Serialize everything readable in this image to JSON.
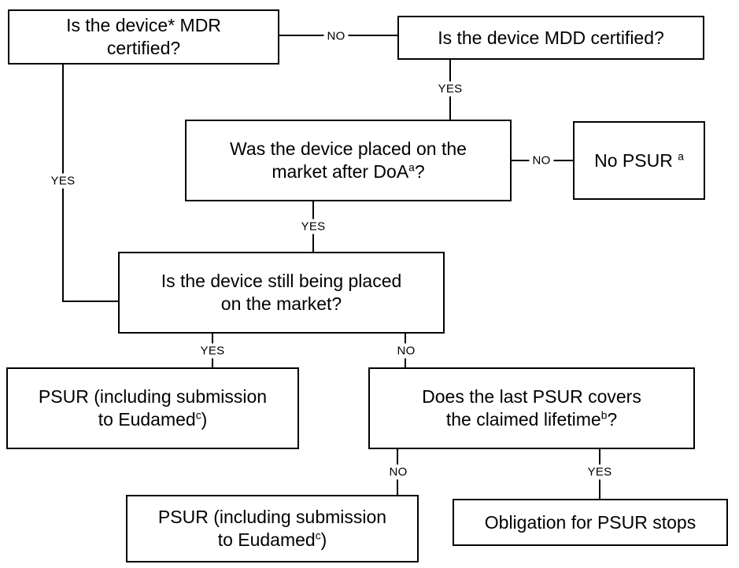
{
  "diagram": {
    "type": "flowchart",
    "colors": {
      "background": "#ffffff",
      "box_fill": "#ffffff",
      "box_border": "#000000",
      "line": "#000000",
      "text": "#000000"
    },
    "nodes": {
      "q_mdr": {
        "text": "Is the device* MDR certified?"
      },
      "q_mdd": {
        "text": "Is the device MDD certified?"
      },
      "q_doa": {
        "pre": "Was the device placed on the market after DoA",
        "sup": "a",
        "post": "?"
      },
      "no_psur": {
        "pre": "No PSUR ",
        "sup": "a",
        "post": ""
      },
      "q_still": {
        "text": "Is the device still being placed on the market?"
      },
      "psur_top": {
        "pre": "PSUR (including submission to Eudamed",
        "sup": "c",
        "post": ")"
      },
      "q_lifetime": {
        "pre": "Does the last PSUR covers the claimed lifetime",
        "sup": "b",
        "post": "?"
      },
      "psur_bottom": {
        "pre": "PSUR (including submission to Eudamed",
        "sup": "c",
        "post": ")"
      },
      "stops": {
        "text": "Obligation for PSUR stops"
      }
    },
    "edges": [
      {
        "from": "q_mdr",
        "to": "q_mdd",
        "label": "NO"
      },
      {
        "from": "q_mdd",
        "to": "q_doa",
        "label": "YES"
      },
      {
        "from": "q_doa",
        "to": "no_psur",
        "label": "NO"
      },
      {
        "from": "q_doa",
        "to": "q_still",
        "label": "YES"
      },
      {
        "from": "q_mdr",
        "to": "q_still",
        "label": "YES"
      },
      {
        "from": "q_still",
        "to": "psur_top",
        "label": "YES"
      },
      {
        "from": "q_still",
        "to": "q_lifetime",
        "label": "NO"
      },
      {
        "from": "q_lifetime",
        "to": "psur_bottom",
        "label": "NO"
      },
      {
        "from": "q_lifetime",
        "to": "stops",
        "label": "YES"
      }
    ]
  }
}
